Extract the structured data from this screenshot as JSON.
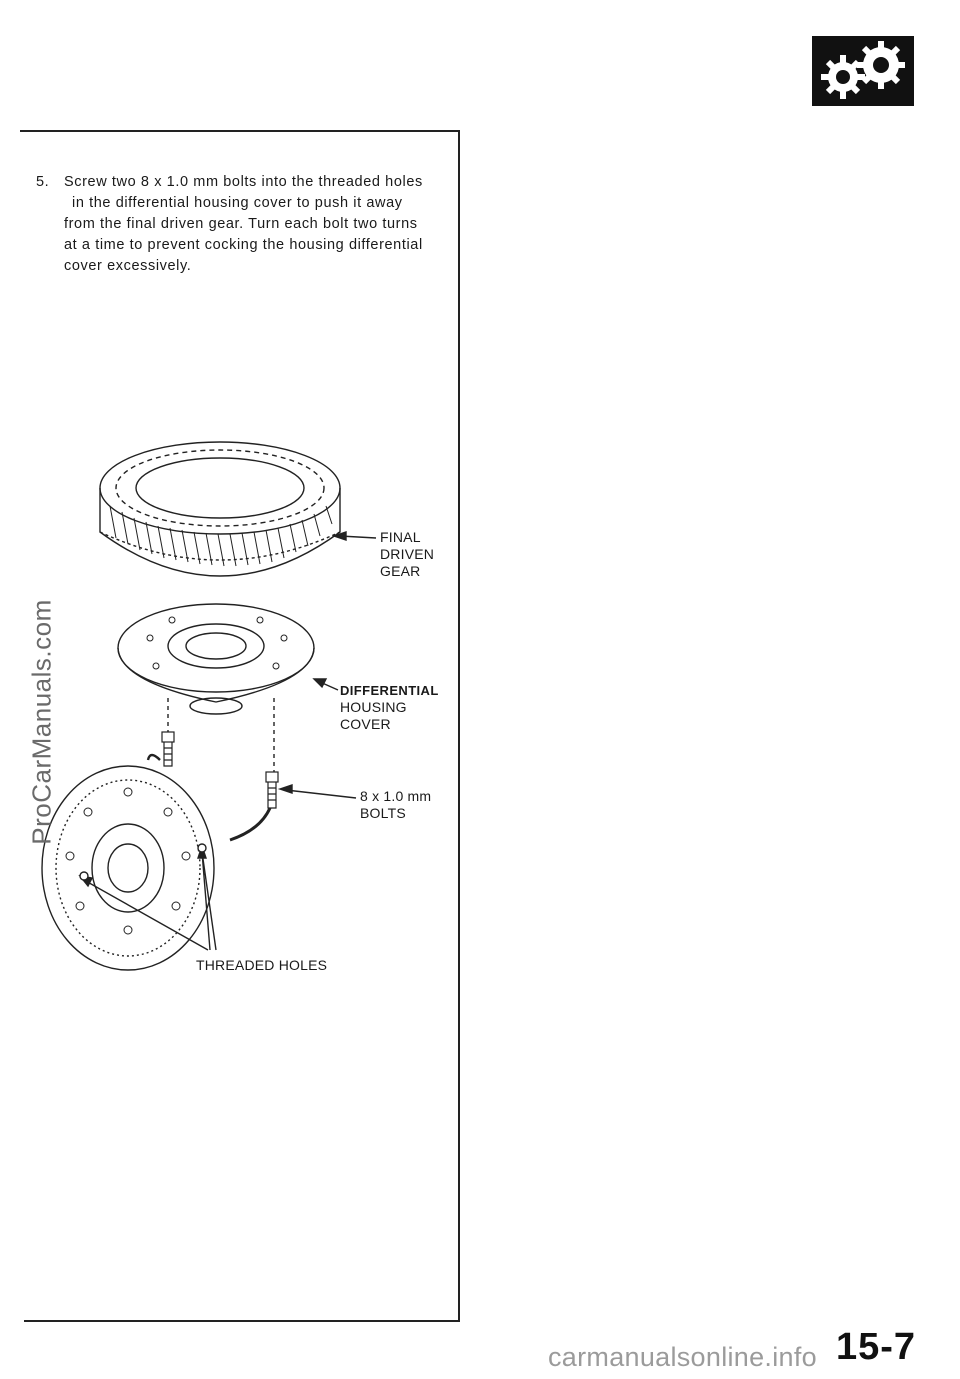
{
  "header": {
    "section_icon": "gears-icon"
  },
  "step": {
    "number": "5.",
    "lines": [
      "Screw two 8 x 1.0 mm bolts into the threaded holes",
      "in the differential housing cover to push it away",
      "from the final driven gear. Turn each bolt two turns",
      "at a time to prevent cocking the housing differential",
      "cover excessively."
    ]
  },
  "callouts": {
    "final_driven_gear": [
      "FINAL",
      "DRIVEN",
      "GEAR"
    ],
    "housing_cover": [
      "DIFFERENTIAL",
      "HOUSING",
      "COVER"
    ],
    "bolts": [
      "8 x 1.0 mm",
      "BOLTS"
    ],
    "threaded_holes": "THREADED HOLES"
  },
  "footer": {
    "page_number": "15-7",
    "side_watermark": "ProCarManuals.com",
    "bottom_watermark": "carmanualsonline.info"
  },
  "colors": {
    "ink": "#1a1a1a",
    "badge": "#111111"
  }
}
